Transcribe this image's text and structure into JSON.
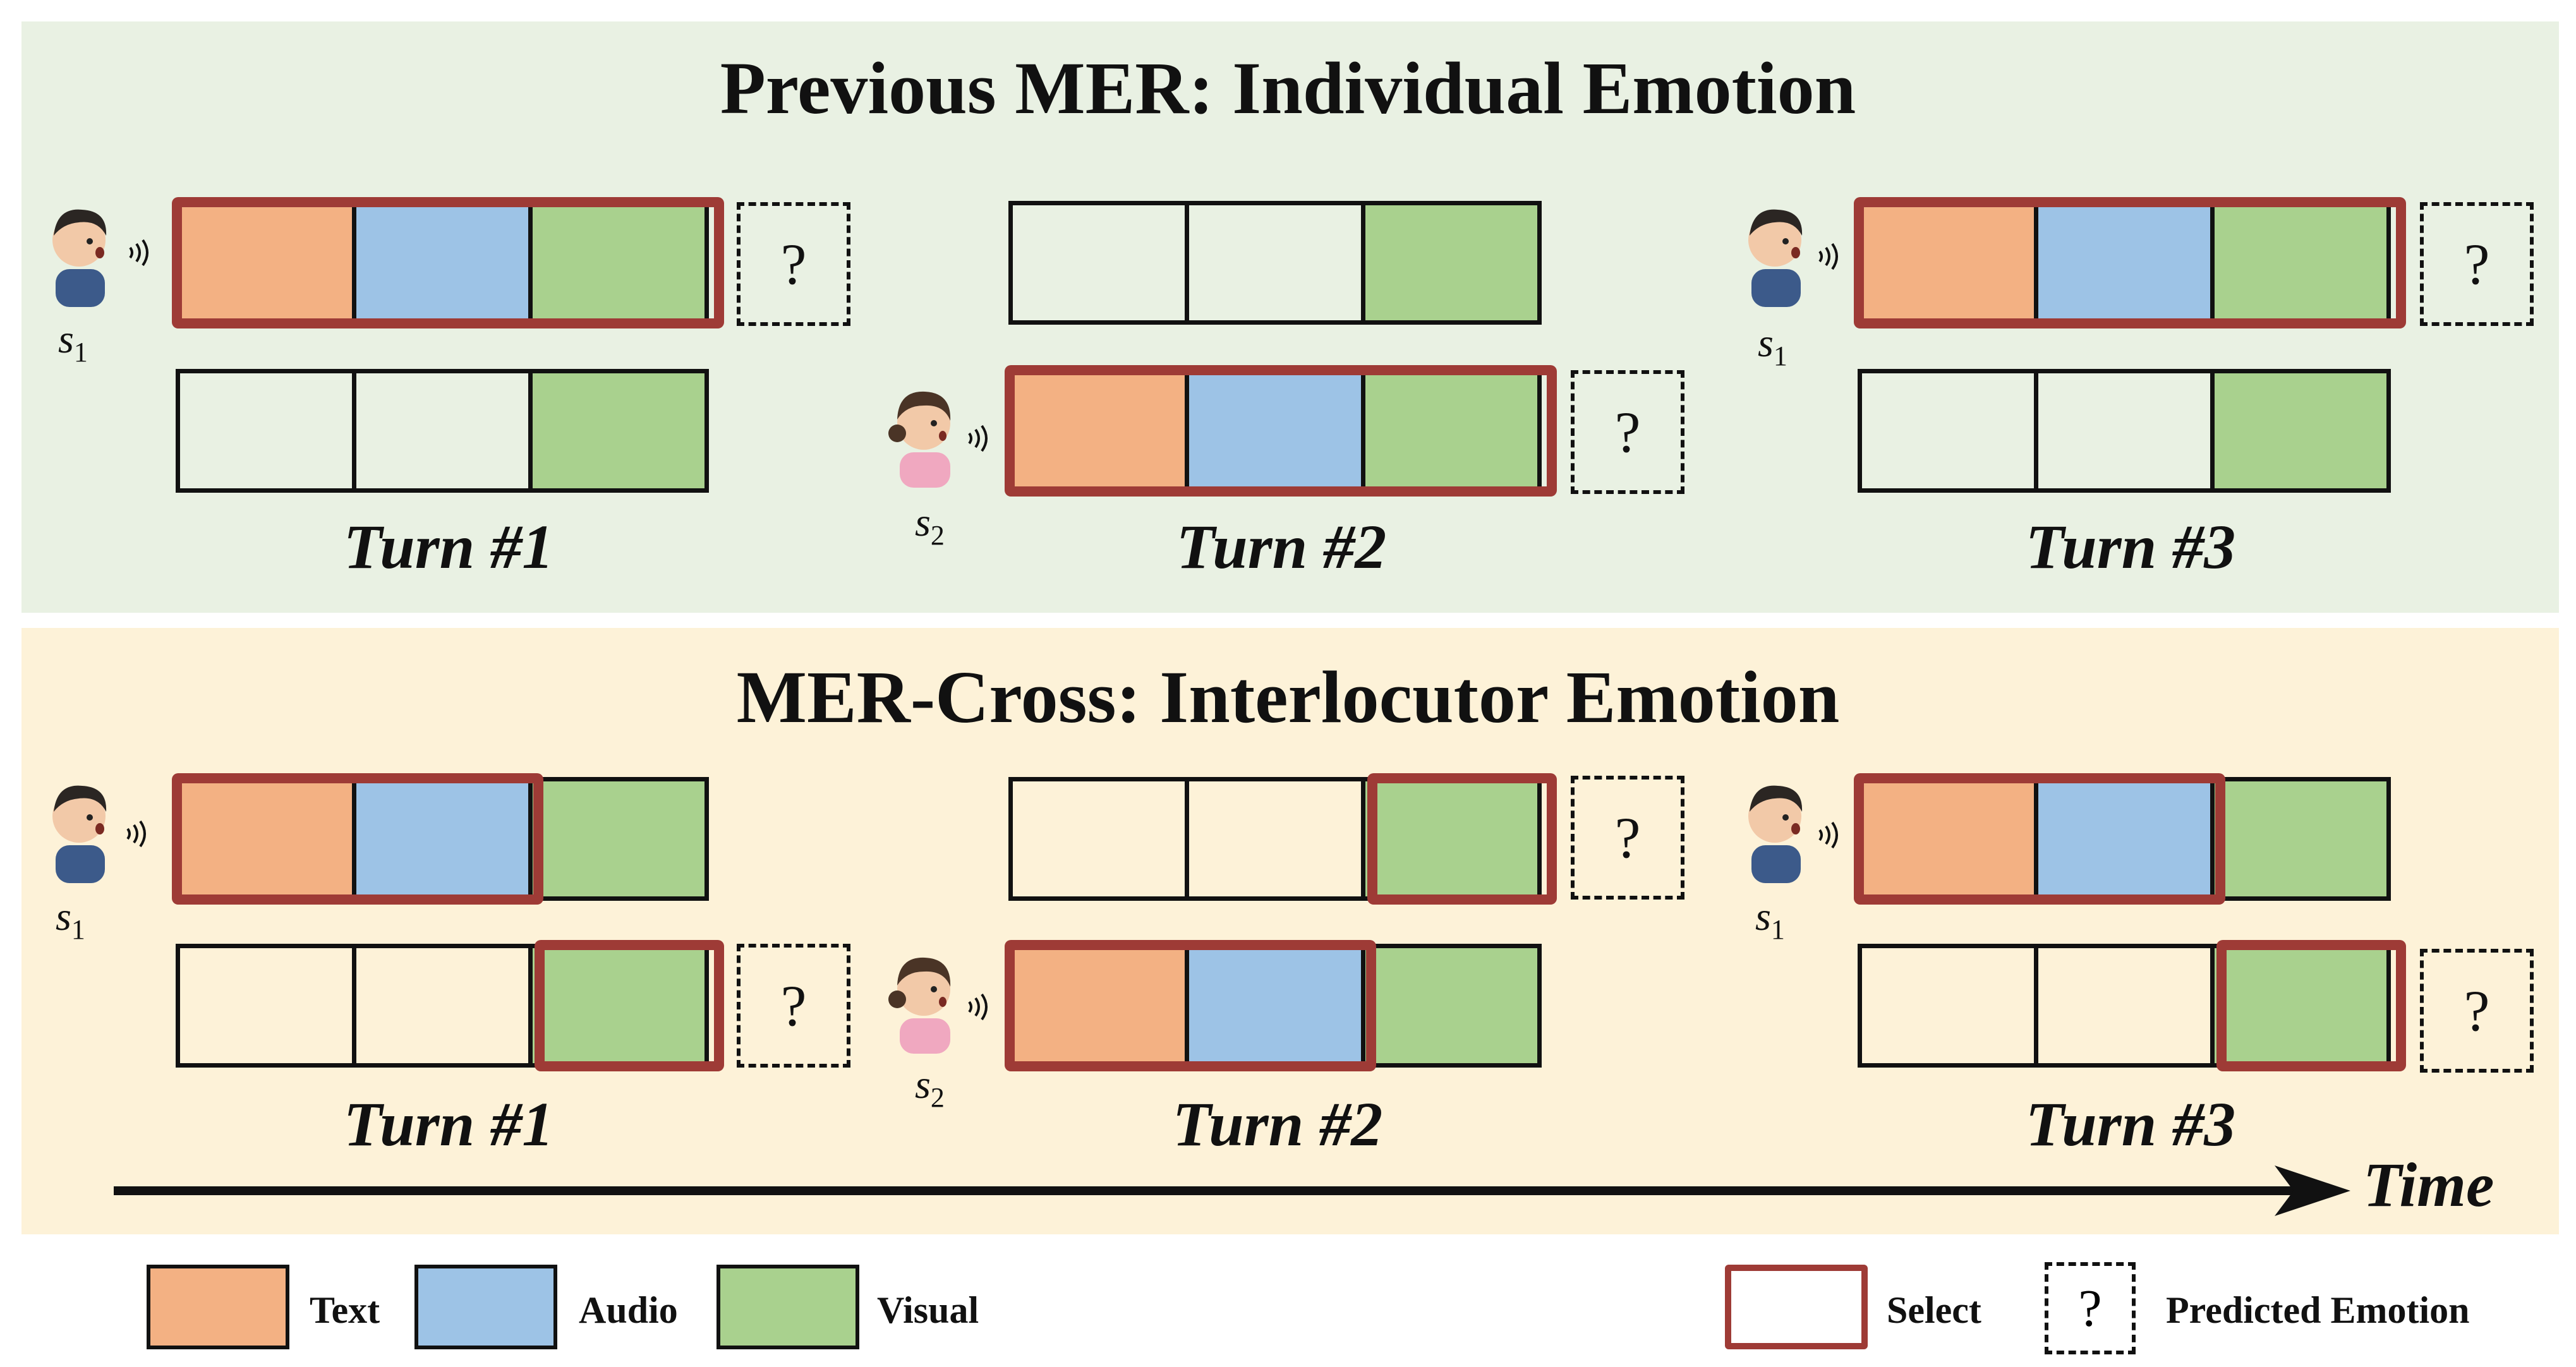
{
  "colors": {
    "text": "#f3b183",
    "audio": "#9dc3e6",
    "visual": "#a9d18e",
    "select": "#9e3b36",
    "top_panel": "#e9f1e3",
    "bottom_panel": "#fdf2d8"
  },
  "top": {
    "title": "Previous MER: Individual Emotion",
    "turns": [
      "Turn #1",
      "Turn #2",
      "Turn #3"
    ]
  },
  "bottom": {
    "title": "MER-Cross: Interlocutor Emotion",
    "turns": [
      "Turn #1",
      "Turn #2",
      "Turn #3"
    ]
  },
  "speakers": {
    "s1": "s",
    "s1_sub": "1",
    "s2": "s",
    "s2_sub": "2"
  },
  "question_mark": "?",
  "time_label": "Time",
  "legend": {
    "text": "Text",
    "audio": "Audio",
    "visual": "Visual",
    "select": "Select",
    "predicted": "Predicted Emotion",
    "predicted_symbol": "?"
  }
}
